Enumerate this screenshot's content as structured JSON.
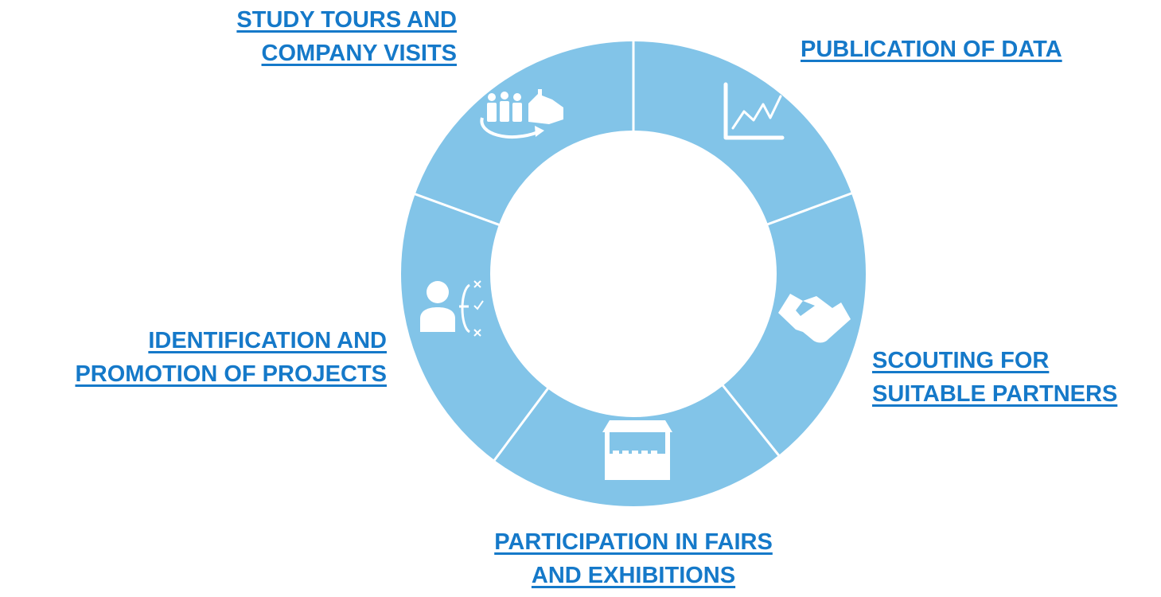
{
  "colors": {
    "ring": "#82c4e8",
    "divider": "#ffffff",
    "icon": "#ffffff",
    "label": "#1579c9",
    "background": "#ffffff"
  },
  "segments": [
    {
      "id": "study",
      "icon": "group-factory-tour-icon",
      "lines": [
        "STUDY TOURS AND",
        "COMPANY VISITS"
      ]
    },
    {
      "id": "publication",
      "icon": "line-chart-icon",
      "lines": [
        "PUBLICATION OF DATA"
      ]
    },
    {
      "id": "scouting",
      "icon": "handshake-icon",
      "lines": [
        "SCOUTING FOR",
        "SUITABLE PARTNERS"
      ]
    },
    {
      "id": "participation",
      "icon": "exhibition-booth-icon",
      "lines": [
        "PARTICIPATION IN FAIRS",
        "AND EXHIBITIONS"
      ]
    },
    {
      "id": "identification",
      "icon": "person-decision-icon",
      "lines": [
        "IDENTIFICATION AND",
        "PROMOTION OF PROJECTS"
      ]
    }
  ]
}
